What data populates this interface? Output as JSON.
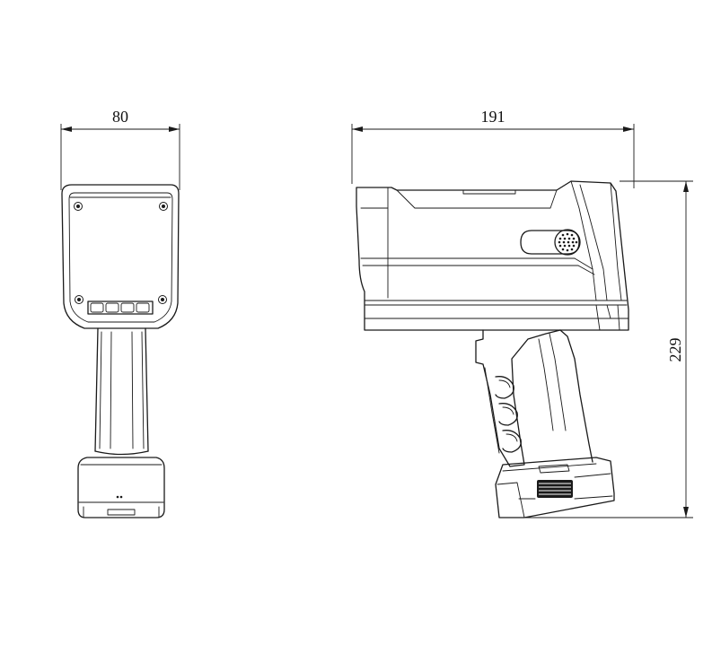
{
  "dimensions": {
    "width_front": "80",
    "length_side": "191",
    "height_side": "229"
  },
  "colors": {
    "line": "#1a1a1a",
    "background": "#ffffff"
  }
}
